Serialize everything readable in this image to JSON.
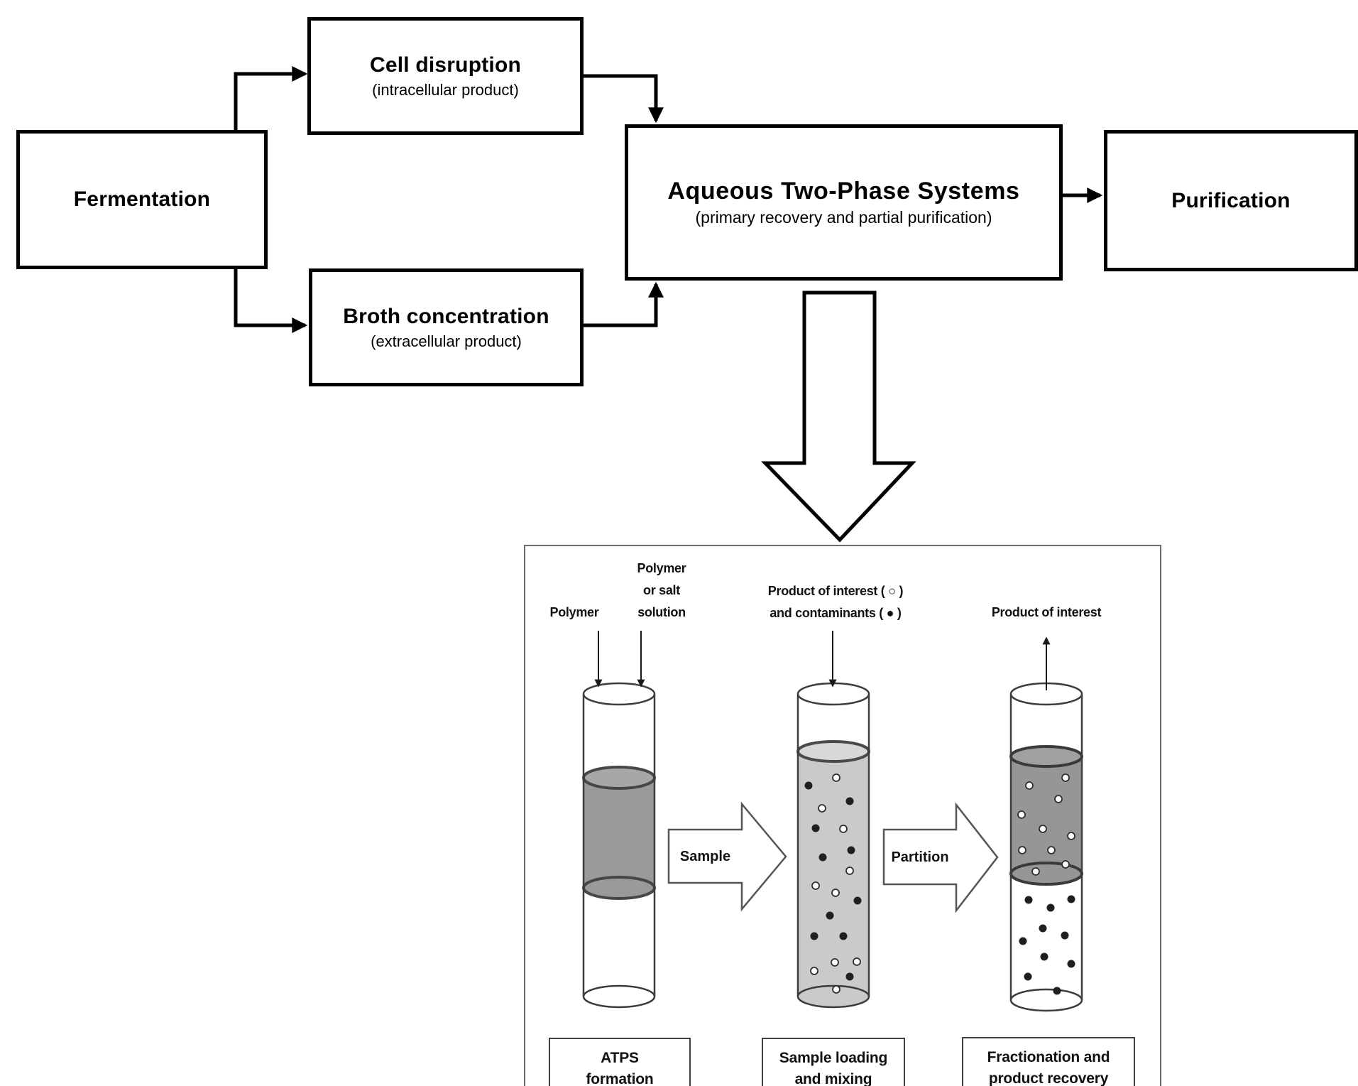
{
  "flowchart": {
    "fermentation": {
      "title": "Fermentation"
    },
    "cell_disruption": {
      "title": "Cell disruption",
      "subtitle": "(intracellular product)"
    },
    "broth_concentration": {
      "title": "Broth concentration",
      "subtitle": "(extracellular product)"
    },
    "atps": {
      "title": "Aqueous Two-Phase Systems",
      "subtitle": "(primary recovery and partial purification)"
    },
    "purification": {
      "title": "Purification"
    }
  },
  "atps_panel": {
    "input_labels": {
      "polymer": "Polymer",
      "polymer_or_salt_line1": "Polymer",
      "polymer_or_salt_line2": "or salt",
      "polymer_or_salt_line3": "solution",
      "product_line1": "Product of interest ( ○ )",
      "product_line2": "and contaminants ( ● )",
      "product_recovered": "Product of interest"
    },
    "arrows": {
      "sample": "Sample",
      "partition": "Partition"
    },
    "stages": [
      {
        "line1": "ATPS",
        "line2": "formation"
      },
      {
        "line1": "Sample loading",
        "line2": "and mixing"
      },
      {
        "line1": "Fractionation and",
        "line2": "product recovery"
      }
    ],
    "legend": {
      "product_of_interest_symbol": "○",
      "contaminants_symbol": "●"
    }
  },
  "tubes": {
    "mixing_tube": {
      "white_dots": [
        [
          1178,
          1095
        ],
        [
          1158,
          1138
        ],
        [
          1188,
          1167
        ],
        [
          1197,
          1226
        ],
        [
          1149,
          1247
        ],
        [
          1177,
          1257
        ],
        [
          1176,
          1355
        ],
        [
          1207,
          1354
        ],
        [
          1147,
          1367
        ],
        [
          1178,
          1393
        ]
      ],
      "black_dots": [
        [
          1139,
          1106
        ],
        [
          1197,
          1128
        ],
        [
          1149,
          1166
        ],
        [
          1159,
          1207
        ],
        [
          1199,
          1197
        ],
        [
          1208,
          1268
        ],
        [
          1169,
          1289
        ],
        [
          1147,
          1318
        ],
        [
          1188,
          1318
        ],
        [
          1197,
          1375
        ]
      ]
    },
    "partitioned_tube": {
      "white_dots": [
        [
          1450,
          1106
        ],
        [
          1501,
          1095
        ],
        [
          1491,
          1125
        ],
        [
          1439,
          1147
        ],
        [
          1469,
          1167
        ],
        [
          1509,
          1177
        ],
        [
          1440,
          1197
        ],
        [
          1481,
          1197
        ],
        [
          1501,
          1217
        ],
        [
          1459,
          1227
        ]
      ],
      "black_dots": [
        [
          1449,
          1267
        ],
        [
          1509,
          1266
        ],
        [
          1480,
          1278
        ],
        [
          1469,
          1307
        ],
        [
          1500,
          1317
        ],
        [
          1441,
          1325
        ],
        [
          1471,
          1347
        ],
        [
          1509,
          1357
        ],
        [
          1448,
          1375
        ],
        [
          1489,
          1395
        ]
      ]
    }
  },
  "colors": {
    "box_border": "#000000",
    "tube1_phase": "#9a9a9a",
    "tube1_surface": "#a7a7a7",
    "tube2_mixture": "#cacaca",
    "tube2_surface": "#d8d8d8",
    "tube3_top_phase": "#969696",
    "tube3_surface": "#a0a0a0",
    "panel_border": "#6b6b6b"
  }
}
